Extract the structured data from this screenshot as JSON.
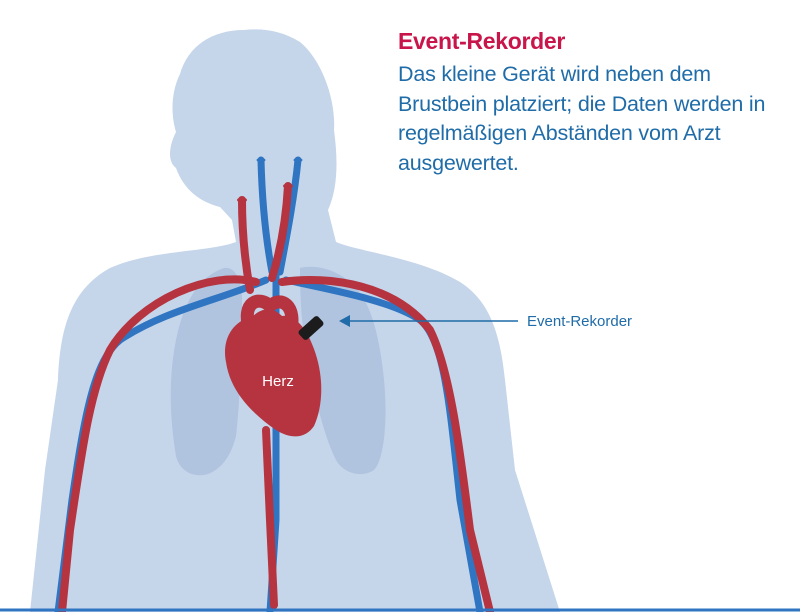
{
  "colors": {
    "body": "#c5d5ea",
    "lungs": "#b0c3df",
    "artery": "#b5343f",
    "vein": "#2f75c1",
    "heading": "#c8154a",
    "text": "#1f6ca8",
    "heart_label": "#ffffff",
    "device": "#1c1c1c"
  },
  "heading": "Event-Rekorder",
  "description": "Das kleine Gerät wird neben dem Brustbein platziert; die Daten werden in regelmäßigen Abständen vom Arzt ausgewertet.",
  "callout_label": "Event-Rekorder",
  "heart_label": "Herz"
}
